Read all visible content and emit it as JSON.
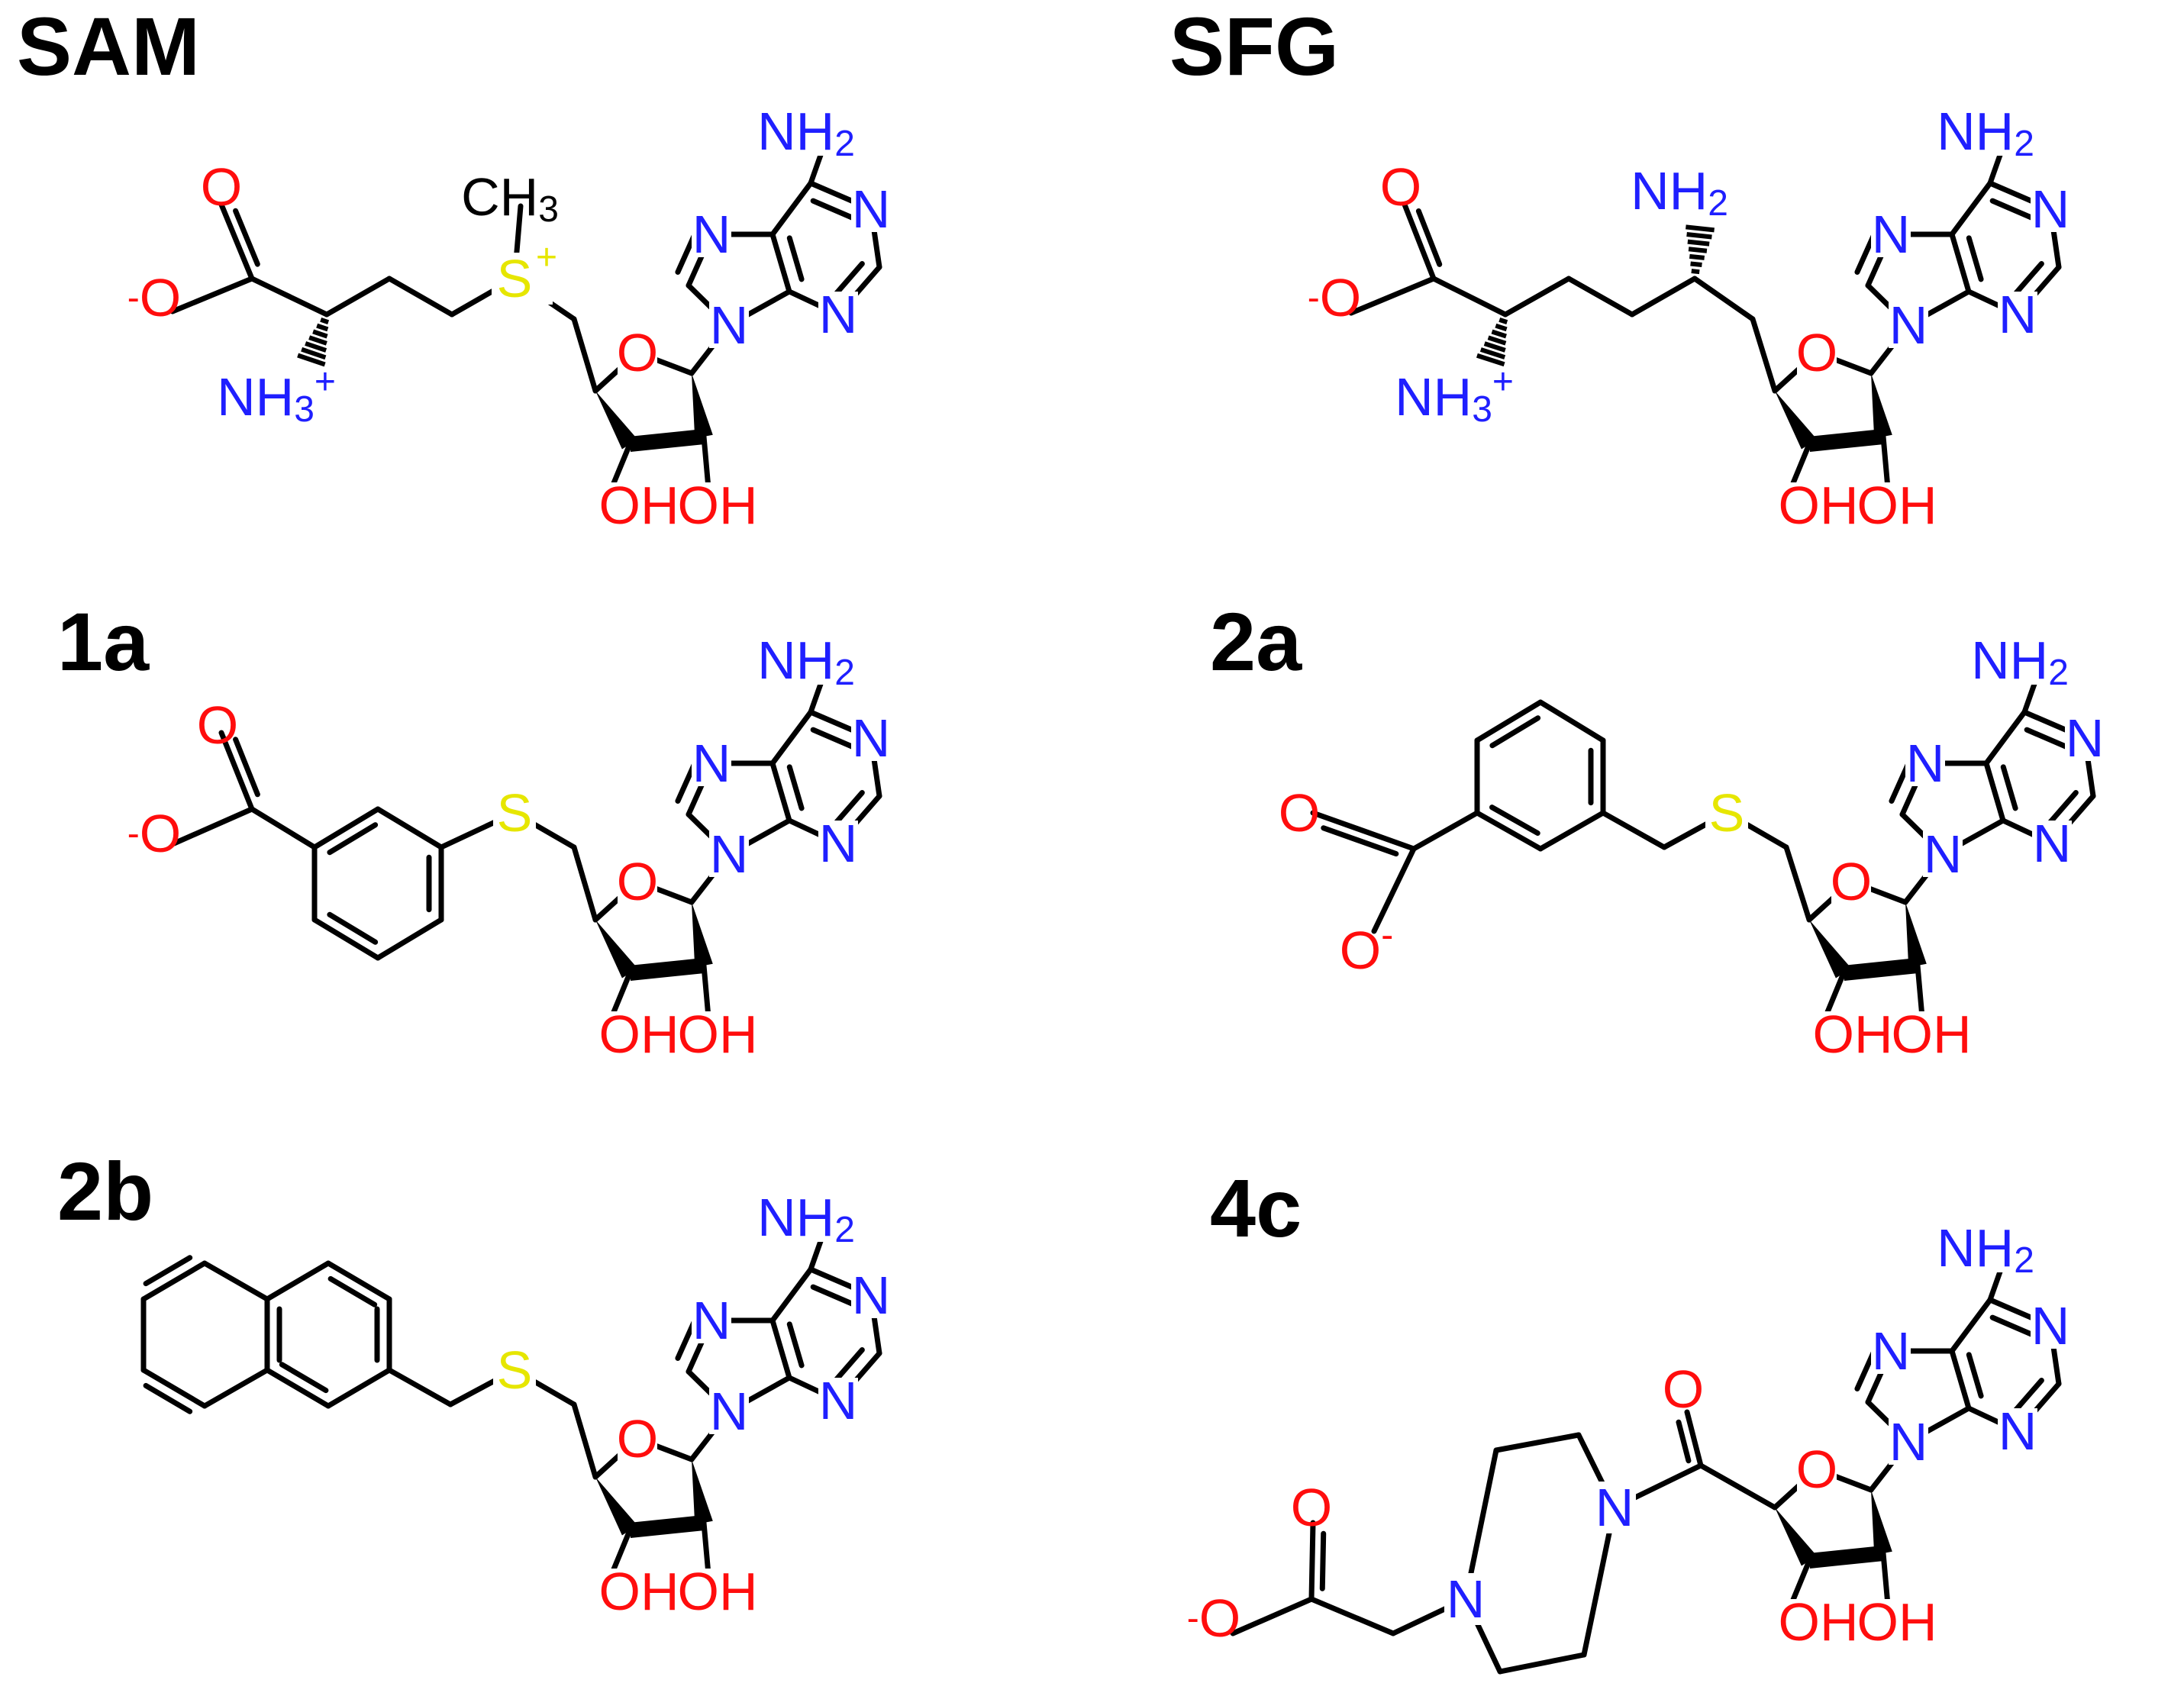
{
  "colors": {
    "nitrogen": "#1f1fff",
    "oxygen": "#ff0d0d",
    "sulfur": "#e6e600",
    "carbon": "#000000"
  },
  "panels": [
    {
      "title": "SAM"
    },
    {
      "title": "SFG"
    },
    {
      "title": "1a"
    },
    {
      "title": "2a"
    },
    {
      "title": "2b"
    },
    {
      "title": "4c"
    }
  ],
  "labels": {
    "nh2": "NH",
    "nh2_sub": "2",
    "n": "N",
    "o": "O",
    "s": "S",
    "oh": "OH",
    "minus": "-",
    "nh3": "NH",
    "nh3_sub": "3",
    "plus": "+",
    "ch3": "CH",
    "ch3_sub": "3"
  }
}
